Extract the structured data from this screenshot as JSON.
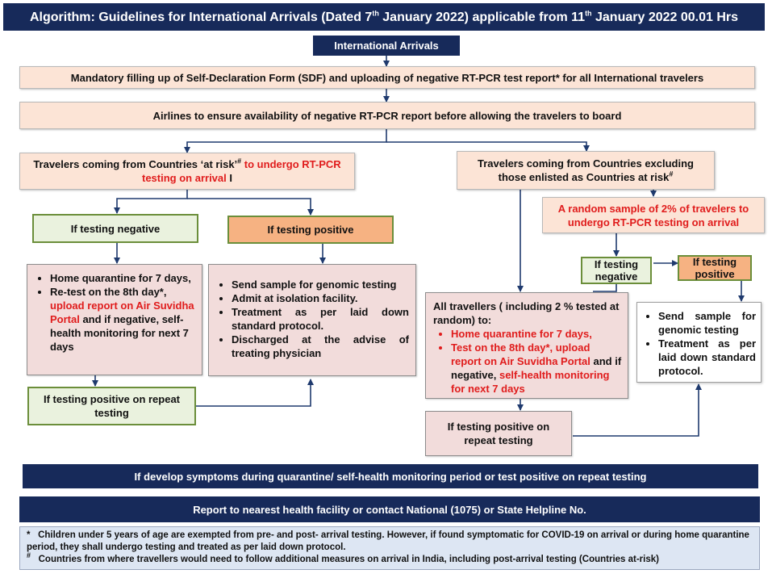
{
  "title": {
    "part1": "Algorithm: Guidelines for International Arrivals (Dated 7",
    "sup1": "th",
    "part2": " January 2022) applicable from 11",
    "sup2": "th",
    "part3": " January 2022 00.01 Hrs"
  },
  "international_arrivals": "International Arrivals",
  "sdf_box": "Mandatory filling up of Self-Declaration Form (SDF) and uploading of negative RT-PCR test report* for all International  travelers",
  "airlines_box": "Airlines to ensure availability of negative RT-PCR report before allowing the travelers to board",
  "at_risk": {
    "text1": "Travelers coming from Countries ‘at risk’",
    "sup": "#",
    "red": " to undergo RT-PCR testing on arrival",
    "text2": " I"
  },
  "not_at_risk": {
    "text": "Travelers coming from Countries excluding those enlisted as Countries at risk",
    "sup": "#"
  },
  "left_negative": "If testing negative",
  "left_positive": "If testing positive",
  "left_negative_list": {
    "item1": "Home quarantine for 7 days,",
    "item2_black": "Re-test on the 8th day*, ",
    "item2_red": "upload report on Air Suvidha Portal",
    "item2_black2": " and if negative, self-health monitoring for next 7 days"
  },
  "left_positive_list": [
    "Send sample for genomic testing",
    "Admit at isolation facility.",
    "Treatment as per laid down standard protocol.",
    "Discharged at the advise of treating physician"
  ],
  "left_repeat": "If testing positive on repeat testing",
  "random_sample": "A random sample of 2% of travelers to undergo RT-PCR testing on arrival",
  "right_negative": "If testing negative",
  "right_positive": "If testing positive",
  "all_travellers": {
    "intro": "All travellers ( including 2 % tested at random) to:",
    "item1": "Home quarantine for 7 days,",
    "item2_red": "Test on the 8th day*, upload report on Air Suvidha Portal",
    "item2_black": " and if negative, ",
    "item2_red2": "self-health monitoring for next 7 days"
  },
  "right_positive_list": [
    "Send sample for genomic testing",
    "Treatment as per laid down standard protocol."
  ],
  "right_repeat": "If testing positive on repeat testing",
  "symptoms_box": "If develop symptoms during quarantine/ self-health monitoring period or test positive on repeat testing",
  "report_box": "Report to nearest health facility or contact National (1075) or State Helpline No.",
  "footnotes": {
    "star_mark": "*",
    "star_text": "Children under 5 years of age are exempted from pre- and post- arrival testing. However, if found symptomatic for COVID-19 on arrival or during home quarantine period, they shall undergo testing and treated as per laid down protocol.",
    "hash_mark": "#",
    "hash_text": "Countries from where travellers would need to follow additional measures on arrival in India, including post-arrival testing (Countries at-risk)"
  },
  "colors": {
    "navy": "#172a5a",
    "peach": "#fce4d6",
    "green_fill": "#eaf2de",
    "green_border": "#6b8e3a",
    "orange_fill": "#f6b282",
    "pink": "#f2dcdb",
    "red_text": "#e01c1c",
    "footnote_fill": "#dde6f3",
    "arrow": "#1f3a6e"
  }
}
